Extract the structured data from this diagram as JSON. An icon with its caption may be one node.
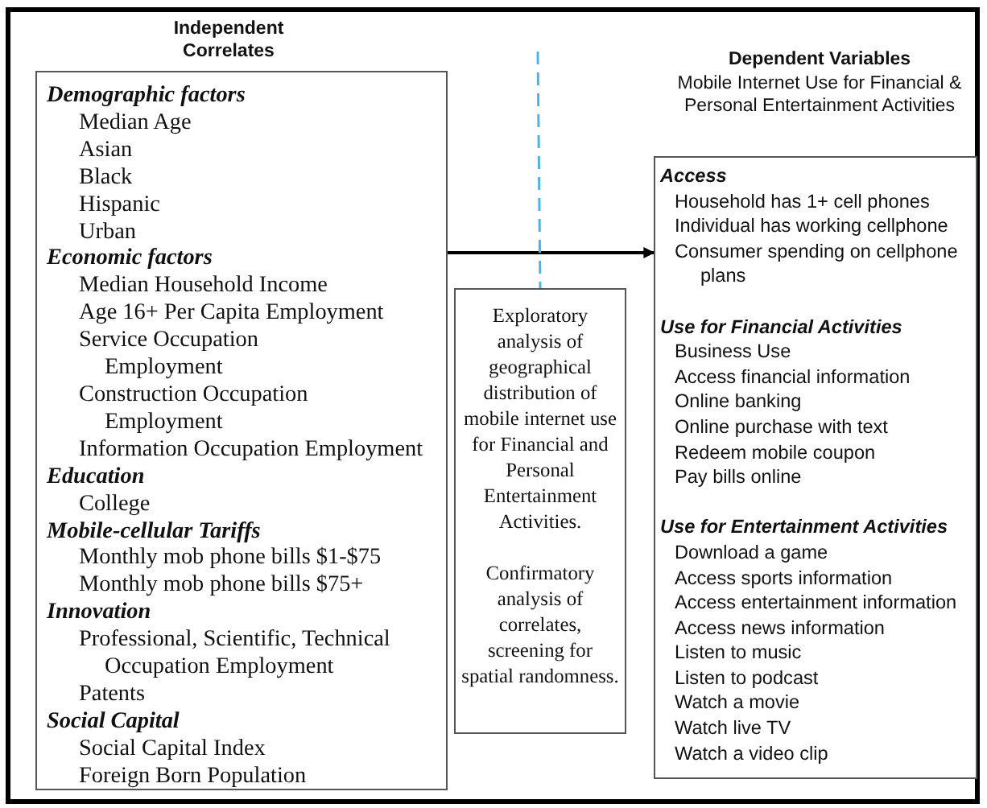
{
  "diagram": {
    "nodes": [
      {
        "text": [
          "Independent Correlates",
          "Demographic factors",
          "Median Age",
          "Asian",
          "Black",
          "Hispanic",
          "Urban",
          "Economic factors",
          "Median Household Income",
          "Age 16+ Per Capita Employment",
          "Service Occupation Employment",
          "Construction Occupation Employment",
          "Information Occupation Employment",
          "Education",
          "College",
          "Mobile-cellular Tariffs",
          "Monthly mob phone bills $1-$75",
          "Monthly mob phone bills $75+",
          "Innovation",
          "Professional, Scientific, Technical Occupation Employment",
          "Patents",
          "Social Capital",
          "Social Capital Index",
          "Foreign Born Population"
        ]
      },
      {
        "text": [
          "Exploratory analysis of geographical distribution of mobile internet use for Financial and Personal Entertainment Activities.",
          "Confirmatory analysis of correlates, screening for spatial randomness."
        ]
      },
      {
        "text": [
          "Dependent Variables",
          "Mobile Internet Use for Financial & Personal Entertainment Activities",
          "Access",
          "Household has 1+ cell phones",
          "Individual has working cellphone",
          "Consumer spending on cellphone plans",
          "Use for Financial Activities",
          "Business Use",
          "Access financial information",
          "Online banking",
          "Online purchase with text",
          "Redeem mobile coupon",
          "Pay bills online",
          "Use for Entertainment Activities",
          "Download a game",
          "Access sports information",
          "Access entertainment information",
          "Access news information",
          "Listen to music",
          "Listen to podcast",
          "Watch a movie",
          "Watch live TV",
          "Watch a video clip"
        ]
      }
    ],
    "edges": [
      {
        "from": 0,
        "to": 2,
        "arrow": "to"
      },
      {
        "from": null,
        "to": 1,
        "arrow": "none",
        "style": "dashed",
        "color": "#4fb3e0"
      }
    ]
  }
}
